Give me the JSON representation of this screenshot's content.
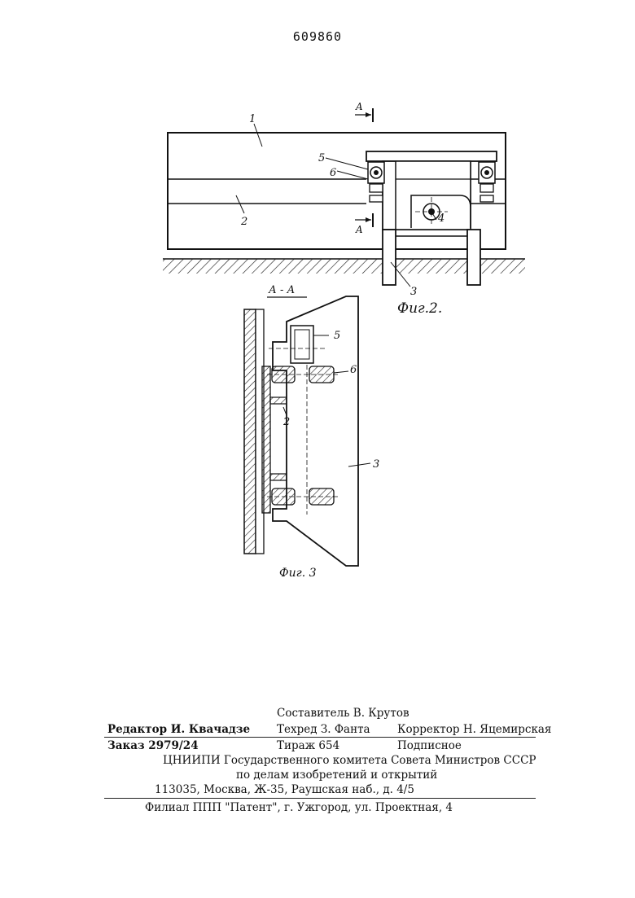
{
  "document": {
    "patent_number": "609860"
  },
  "figure2": {
    "caption": "Фиг.2.",
    "section_marker": "A",
    "labels": [
      "1",
      "2",
      "3",
      "4",
      "5",
      "6"
    ]
  },
  "figure3": {
    "section_title": "А - А",
    "caption": "Фиг. 3",
    "labels": [
      "2",
      "3",
      "5",
      "6"
    ]
  },
  "footer": {
    "compiler": "Составитель В. Крутов",
    "editor": "Редактор И. Квачадзе",
    "techred": "Техред З. Фанта",
    "corrector": "Корректор Н. Яцемирская",
    "order": "Заказ 2979/24",
    "circulation": "Тираж  654",
    "subscription": "Подписное",
    "org_line1": "ЦНИИПИ Государственного комитета Совета Министров СССР",
    "org_line2": "по делам изобретений и открытий",
    "address": "113035, Москва, Ж-35, Раушская наб., д. 4/5",
    "branch": "Филиал ППП \"Патент\", г. Ужгород, ул. Проектная, 4"
  }
}
